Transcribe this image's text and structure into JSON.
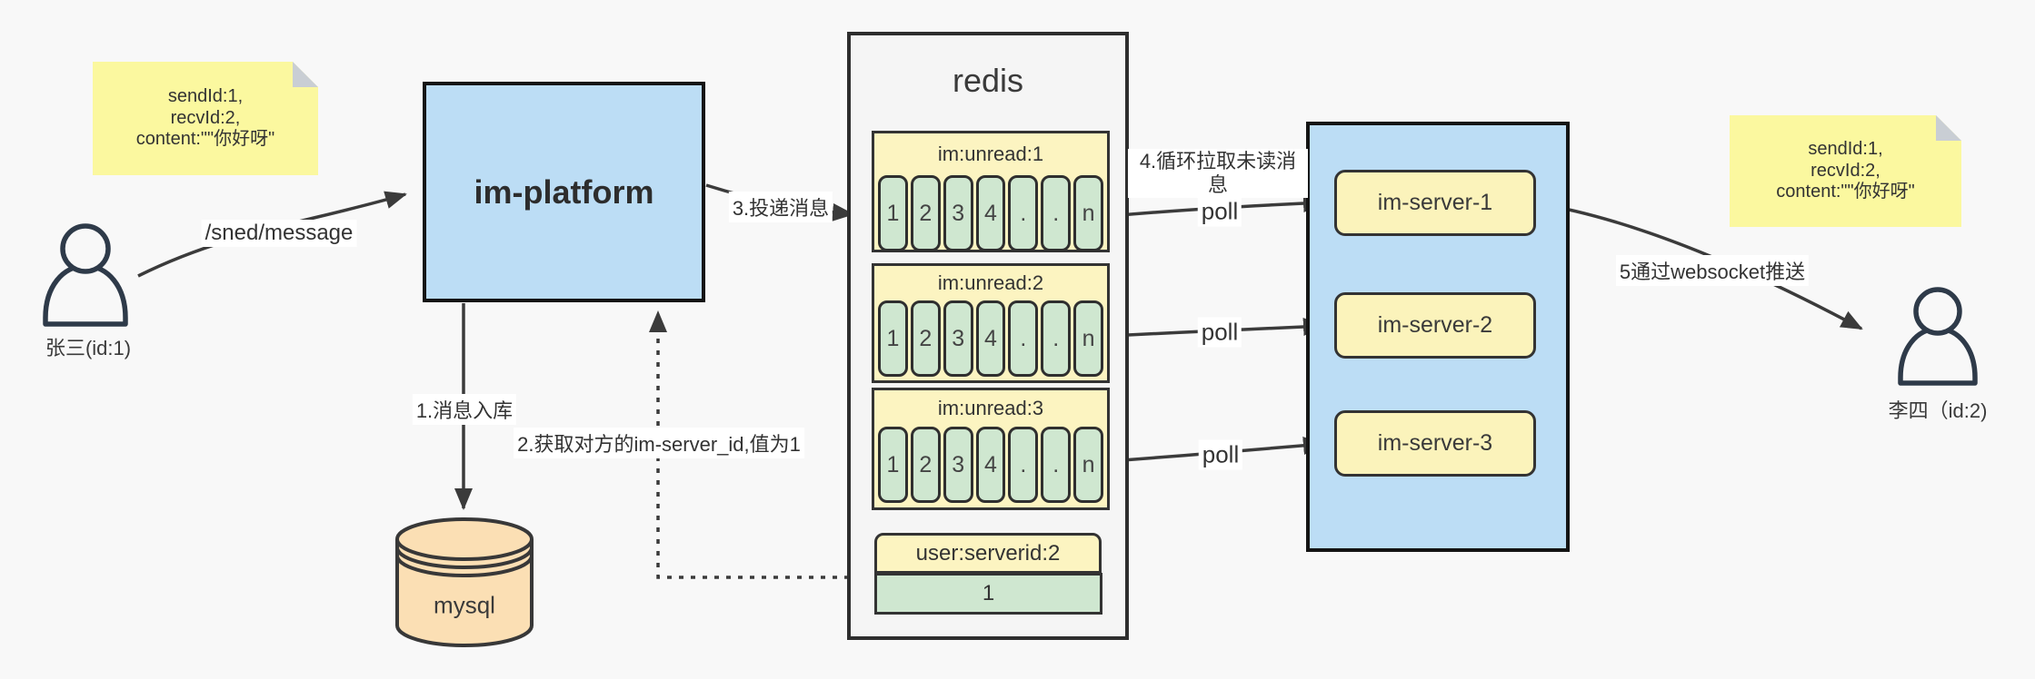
{
  "colors": {
    "background": "#f8f8f8",
    "panel_blue": "#bcddf5",
    "note_yellow": "#fbf89f",
    "note_fold_gray": "#c9ced4",
    "queue_yellow": "#fcf4c1",
    "cell_green": "#cfe7d0",
    "server_yellow": "#fbf3bb",
    "db_peach": "#fbdfb4",
    "redis_gray": "#f5f5f5",
    "line": "#3b3b3b"
  },
  "actors": {
    "sender": {
      "label": "张三(id:1)"
    },
    "receiver": {
      "label": "李四（id:2)"
    }
  },
  "notes": {
    "left": {
      "lines": [
        "sendId:1,",
        "recvId:2,",
        "content:\"\"你好呀\""
      ]
    },
    "right": {
      "lines": [
        "sendId:1,",
        "recvId:2,",
        "content:\"\"你好呀\""
      ]
    }
  },
  "platform": {
    "label": "im-platform"
  },
  "mysql": {
    "label": "mysql"
  },
  "redis": {
    "title": "redis",
    "queues": [
      {
        "name": "im:unread:1",
        "cells": [
          "1",
          "2",
          "3",
          "4",
          ".",
          ".",
          "n"
        ]
      },
      {
        "name": "im:unread:2",
        "cells": [
          "1",
          "2",
          "3",
          "4",
          ".",
          ".",
          "n"
        ]
      },
      {
        "name": "im:unread:3",
        "cells": [
          "1",
          "2",
          "3",
          "4",
          ".",
          ".",
          "n"
        ]
      }
    ],
    "kv": {
      "name": "user:serverid:2",
      "value": "1"
    }
  },
  "servers": [
    {
      "label": "im-server-1"
    },
    {
      "label": "im-server-2"
    },
    {
      "label": "im-server-3"
    }
  ],
  "edges": {
    "send": "/sned/message",
    "store": "1.消息入库",
    "lookup": "2.获取对方的im-server_id,值为1",
    "deliver": "3.投递消息",
    "poll_note": "4.循环拉取未读消息",
    "poll": "poll",
    "push": "5通过websocket推送"
  }
}
